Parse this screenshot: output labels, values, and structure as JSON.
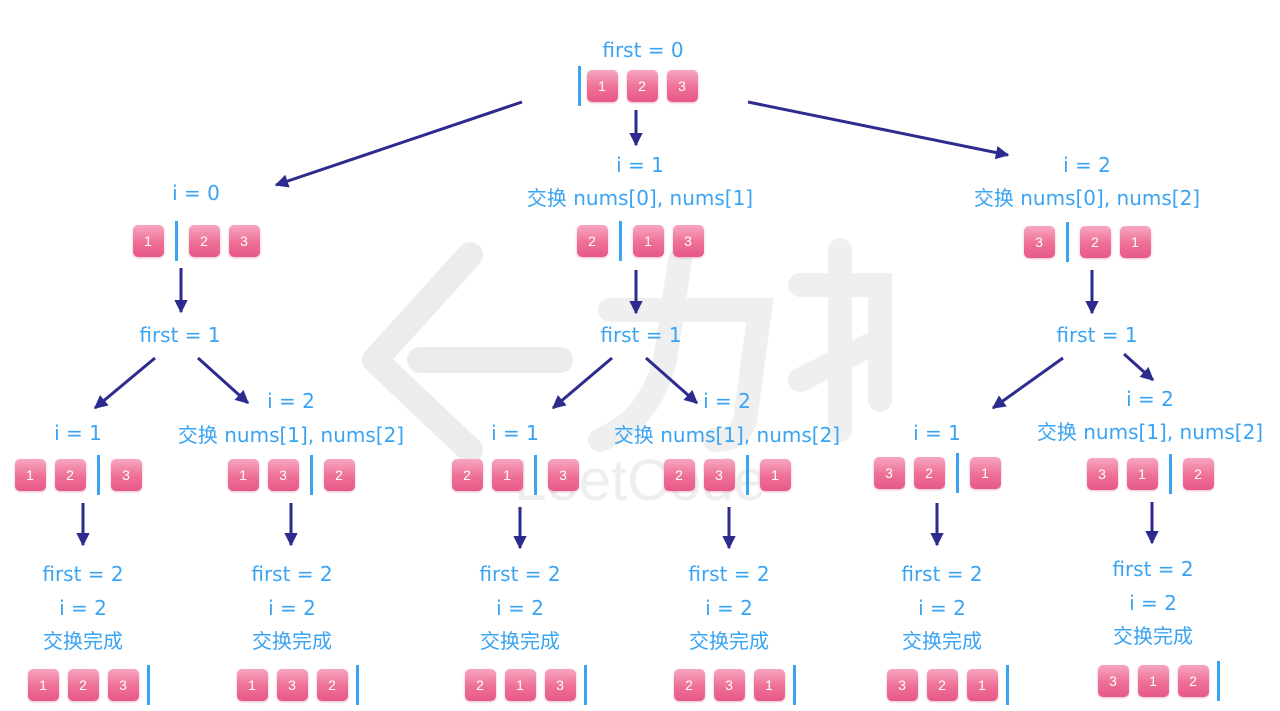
{
  "watermark": {
    "text": "LeetCode"
  },
  "colors": {
    "label": "#3aa3f2",
    "arrow": "#2e2b8f",
    "box": "#ee6f96",
    "divider": "#3aa3f2",
    "watermark": "#e9e9e9"
  },
  "root": {
    "label": "first = 0",
    "array": {
      "values": [
        "1",
        "2",
        "3"
      ],
      "divider_after": 0
    }
  },
  "level1": [
    {
      "labels": [
        "i = 0"
      ],
      "array": {
        "values": [
          "1",
          "2",
          "3"
        ],
        "divider_after": 1
      }
    },
    {
      "labels": [
        "i = 1",
        "交换 nums[0], nums[1]"
      ],
      "array": {
        "values": [
          "2",
          "1",
          "3"
        ],
        "divider_after": 1
      }
    },
    {
      "labels": [
        "i = 2",
        "交换 nums[0], nums[2]"
      ],
      "array": {
        "values": [
          "3",
          "2",
          "1"
        ],
        "divider_after": 1
      }
    }
  ],
  "level2": [
    {
      "label": "first = 1"
    },
    {
      "label": "first = 1"
    },
    {
      "label": "first = 1"
    }
  ],
  "level3": [
    {
      "labels": [
        "i = 1"
      ],
      "array": {
        "values": [
          "1",
          "2",
          "3"
        ],
        "divider_after": 2
      }
    },
    {
      "labels": [
        "i = 2",
        "交换 nums[1], nums[2]"
      ],
      "array": {
        "values": [
          "1",
          "3",
          "2"
        ],
        "divider_after": 2
      }
    },
    {
      "labels": [
        "i = 1"
      ],
      "array": {
        "values": [
          "2",
          "1",
          "3"
        ],
        "divider_after": 2
      }
    },
    {
      "labels": [
        "i = 2",
        "交换 nums[1], nums[2]"
      ],
      "array": {
        "values": [
          "2",
          "3",
          "1"
        ],
        "divider_after": 2
      }
    },
    {
      "labels": [
        "i = 1"
      ],
      "array": {
        "values": [
          "3",
          "2",
          "1"
        ],
        "divider_after": 2
      }
    },
    {
      "labels": [
        "i = 2",
        "交换 nums[1], nums[2]"
      ],
      "array": {
        "values": [
          "3",
          "1",
          "2"
        ],
        "divider_after": 2
      }
    }
  ],
  "leaves": [
    {
      "labels": [
        "first = 2",
        "i = 2",
        "交换完成"
      ],
      "array": {
        "values": [
          "1",
          "2",
          "3"
        ],
        "divider_after": 3
      }
    },
    {
      "labels": [
        "first = 2",
        "i = 2",
        "交换完成"
      ],
      "array": {
        "values": [
          "1",
          "3",
          "2"
        ],
        "divider_after": 3
      }
    },
    {
      "labels": [
        "first = 2",
        "i = 2",
        "交换完成"
      ],
      "array": {
        "values": [
          "2",
          "1",
          "3"
        ],
        "divider_after": 3
      }
    },
    {
      "labels": [
        "first = 2",
        "i = 2",
        "交换完成"
      ],
      "array": {
        "values": [
          "2",
          "3",
          "1"
        ],
        "divider_after": 3
      }
    },
    {
      "labels": [
        "first = 2",
        "i = 2",
        "交换完成"
      ],
      "array": {
        "values": [
          "3",
          "2",
          "1"
        ],
        "divider_after": 3
      }
    },
    {
      "labels": [
        "first = 2",
        "i = 2",
        "交换完成"
      ],
      "array": {
        "values": [
          "3",
          "1",
          "2"
        ],
        "divider_after": 3
      }
    }
  ]
}
